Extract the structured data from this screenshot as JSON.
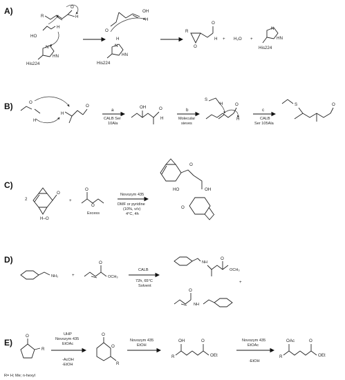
{
  "panels": {
    "A": {
      "label": "A)",
      "substrate_R": "R",
      "nucleophile_HO": "HO",
      "peroxide_H": "H",
      "residue": "His224",
      "imidazole_N": "N",
      "imidazole_HN": "HN",
      "intermediate_O": "O",
      "intermediate_OH": "OH",
      "intermediate_H": "H",
      "plus_sign": "+",
      "product_R": "R",
      "product_O": "O",
      "product_H": "H",
      "byproduct_water": "H₂O",
      "byproduct_residue": "His224",
      "byproduct_N": "N",
      "byproduct_HN": "HN"
    },
    "B": {
      "label": "B)",
      "reactant_O": "O",
      "reactant_H": "H",
      "reactant_H2": "H",
      "reactant_aldehyde_O": "O",
      "arrow_a_label": "a",
      "arrow_a_conditions": [
        "CALB Ser",
        "10Ala"
      ],
      "aldol_OH": "OH",
      "aldol_O": "O",
      "aldol_H": "H",
      "arrow_b_label": "b",
      "arrow_b_conditions": [
        "Molecular",
        "sieves"
      ],
      "enal_S": "S",
      "enal_H": "H",
      "enal_O": "O",
      "arrow_c_label": "c",
      "arrow_c_conditions": [
        "CALB",
        "Ser 105Ala"
      ],
      "product_S": "S",
      "product_O": "O"
    },
    "C": {
      "label": "C)",
      "coefficient": "2",
      "plus_sign": "+",
      "reactant_O": "O",
      "reactant_HO": "H–O",
      "vinyl_acetate_O": "O",
      "excess_label": "Excess",
      "arrow_conditions": [
        "Novozym 435",
        "DMF or pyridine",
        "(10%, v/v)",
        "4°C, 4h"
      ],
      "product_O": "O",
      "product_HO": "HO",
      "product_OH": "OH",
      "product_O2": "O"
    },
    "D": {
      "label": "D)",
      "amine_group": "NH₂",
      "plus_sign": "+",
      "ester_O": "O",
      "ester_group": "OCH₃",
      "arrow_conditions_top": "CALB",
      "arrow_conditions_bottom": [
        "72h, 65°C",
        "Solvent"
      ],
      "product_NH": "NH",
      "product_O": "O",
      "product_ester": "OCH₃",
      "product_plus": "+",
      "amide_O": "O",
      "amide_NH": "NH"
    },
    "E": {
      "label": "E)",
      "ketone_O": "O",
      "ketone_R": "R",
      "substituent_note": "R= H; Me; n-hexyl",
      "arrow1_top": [
        "UHP",
        "Novozym 435",
        "EtOAc"
      ],
      "arrow1_bottom": [
        "-AcOH",
        "-EtOH"
      ],
      "lactone_O": "O",
      "lactone_ring_O": "O",
      "lactone_R": "R",
      "arrow2_top": [
        "Novozym 435",
        "EtOH"
      ],
      "hydroxy_OH": "OH",
      "hydroxy_R": "R",
      "hydroxy_O": "O",
      "hydroxy_OEt": "OEt",
      "arrow3_top": [
        "Novozym 435",
        "EtOAc"
      ],
      "arrow3_bottom": "-EtOH",
      "acetoxy_OAc": "OAc",
      "acetoxy_R": "R",
      "acetoxy_O": "O",
      "acetoxy_OEt": "OEt"
    }
  }
}
